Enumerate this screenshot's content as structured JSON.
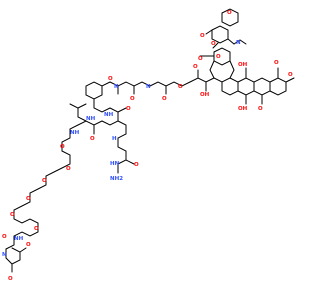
{
  "colors": {
    "background": "#ffffff",
    "bond": "#000000",
    "oxygen": "#ff0d0d",
    "nitrogen": "#3050f8"
  },
  "atom_labels": {
    "O": "O",
    "OH": "OH",
    "NH": "NH",
    "N": "N",
    "H": "H",
    "NH2": "NH2",
    "HN": "HN"
  }
}
